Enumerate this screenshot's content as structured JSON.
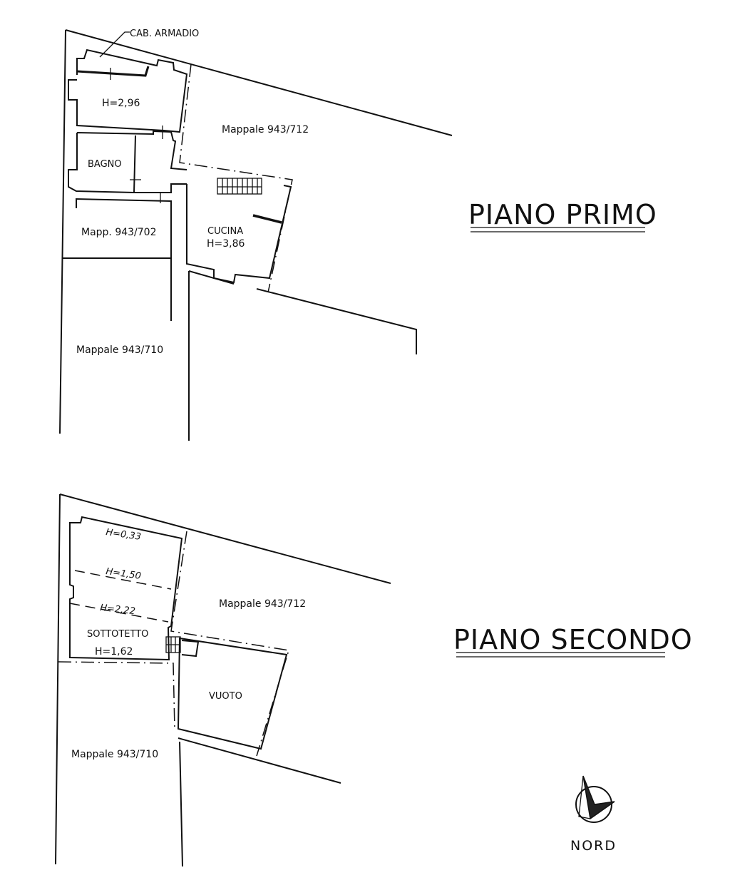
{
  "piano_primo": {
    "title": "PIANO PRIMO",
    "labels": {
      "cab_armadio": "CAB. ARMADIO",
      "room_height": "H=2,96",
      "bagno": "BAGNO",
      "mappale_712": "Mappale 943/712",
      "mapp_702": "Mapp. 943/702",
      "cucina": "CUCINA",
      "cucina_height": "H=3,86",
      "mappale_710": "Mappale 943/710"
    }
  },
  "piano_secondo": {
    "title": "PIANO SECONDO",
    "labels": {
      "h_033": "H=0,33",
      "h_150": "H=1,50",
      "h_222": "H=2,22",
      "sottotetto": "SOTTOTETTO",
      "h_162": "H=1,62",
      "mappale_712": "Mappale 943/712",
      "vuoto": "VUOTO",
      "mappale_710": "Mappale 943/710"
    }
  },
  "compass": {
    "label": "NORD",
    "icon": "north-arrow-icon"
  }
}
